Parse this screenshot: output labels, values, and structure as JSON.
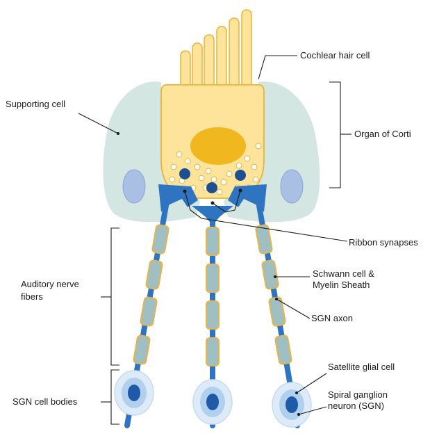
{
  "labels": {
    "cochlear_hair_cell": "Cochlear hair cell",
    "supporting_cell": "Supporting cell",
    "organ_of_corti": "Organ of Corti",
    "ribbon_synapses": "Ribbon synapses",
    "schwann_line1": "Schwann cell &",
    "schwann_line2": "Myelin Sheath",
    "auditory_line1": "Auditory nerve",
    "auditory_line2": "fibers",
    "sgn_axon": "SGN axon",
    "satellite_glial_cell": "Satellite glial cell",
    "spiral_line1": "Spiral ganglion",
    "spiral_line2": "neuron (SGN)",
    "sgn_cell_bodies": "SGN cell bodies"
  },
  "colors": {
    "hair_cell_fill": "#fde49a",
    "hair_cell_stroke": "#e6b43a",
    "nucleus": "#f0b81e",
    "supporting_cell": "#d4e6e2",
    "support_nucleus": "#a9c0e4",
    "nerve_blue": "#2f74c0",
    "myelin_fill": "#9fbfc3",
    "myelin_stroke": "#e9b446",
    "soma_glow": "#dcebf7",
    "soma_inner": "#b0d0ee",
    "soma_nucleus": "#1f5aa8",
    "synapse_dark": "#1d4f92"
  }
}
